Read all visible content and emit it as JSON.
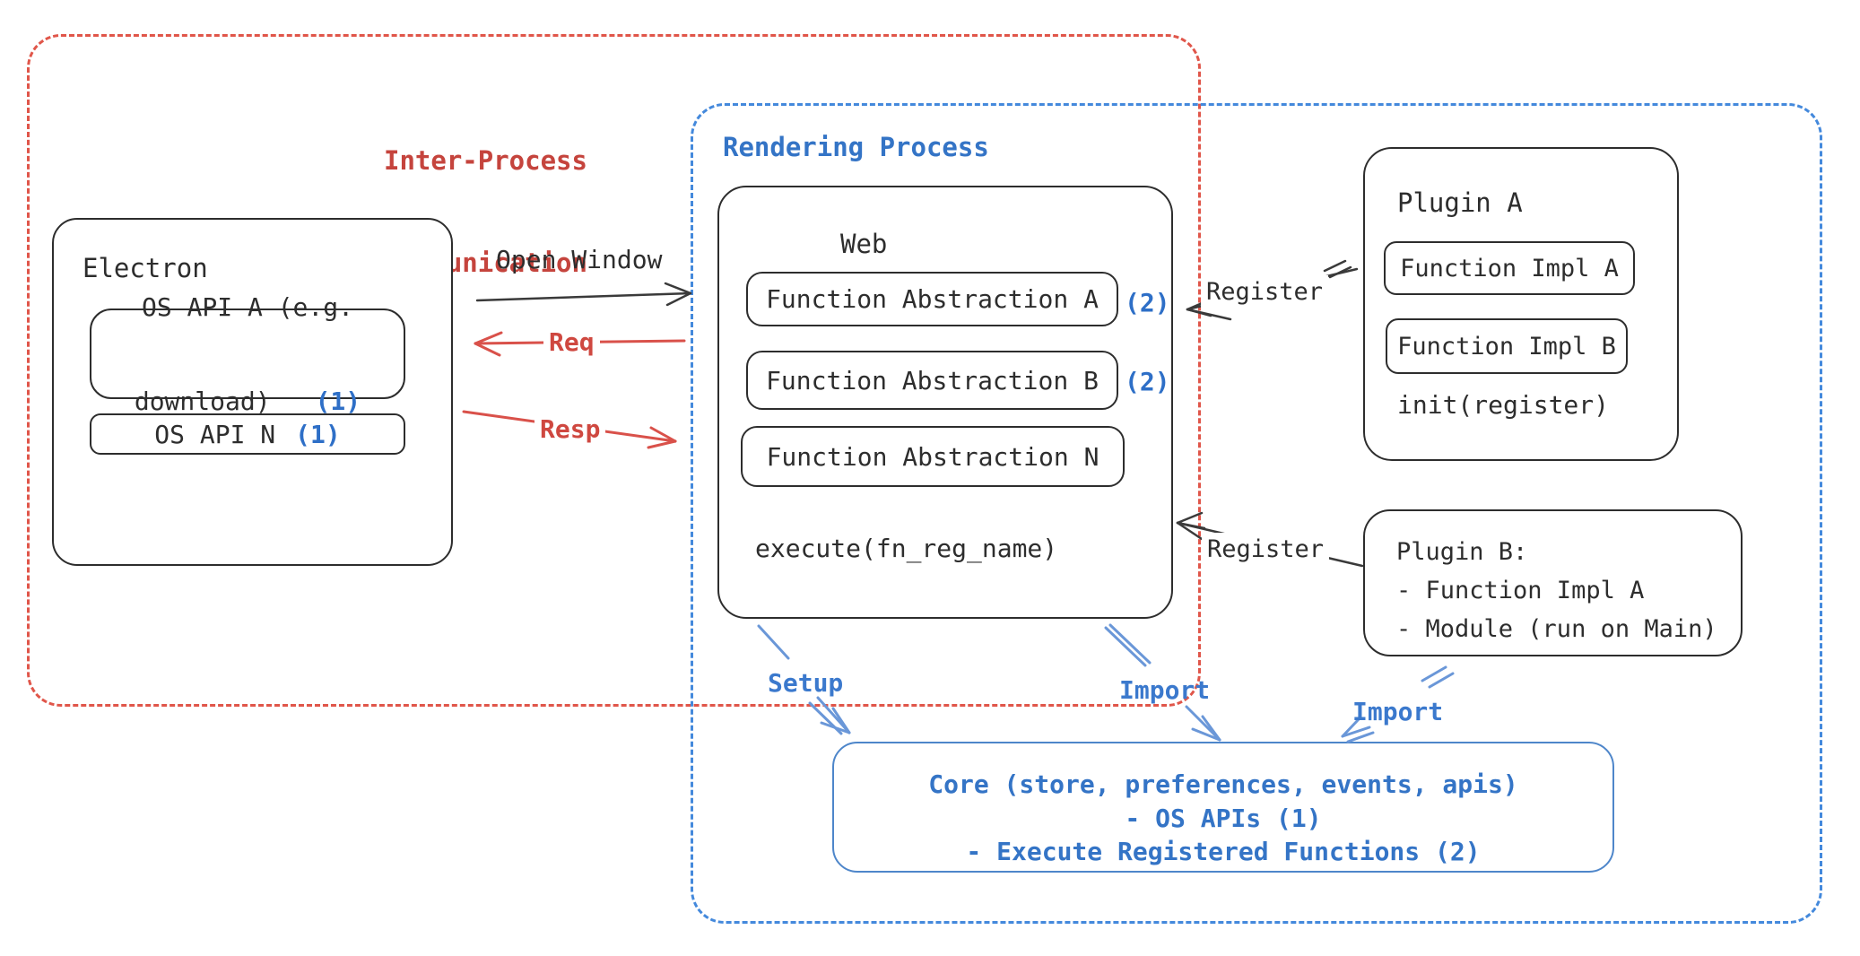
{
  "groups": {
    "ipc": {
      "label_line1": "Inter-Process",
      "label_line2": "Communication"
    },
    "rendering": {
      "label": "Rendering Process"
    }
  },
  "electron": {
    "title": "Electron",
    "api_a": {
      "line1": "OS API A (e.g.",
      "line2": "download)",
      "ref": "(1)"
    },
    "api_n": {
      "label": "OS API N",
      "ref": "(1)"
    }
  },
  "web": {
    "title": "Web",
    "fa_a": "Function Abstraction A",
    "fa_a_ref": "(2)",
    "fa_b": "Function Abstraction B",
    "fa_b_ref": "(2)",
    "fa_n": "Function Abstraction N",
    "execute": "execute(fn_reg_name)"
  },
  "plugin_a": {
    "title": "Plugin A",
    "impl_a": "Function Impl A",
    "impl_b": "Function Impl B",
    "init": "init(register)"
  },
  "plugin_b": {
    "title": "Plugin B:",
    "item1": "- Function Impl A",
    "item2": "- Module (run on Main)"
  },
  "core": {
    "line1": "Core (store, preferences, events, apis)",
    "line2": "- OS APIs (1)",
    "line3": "- Execute Registered Functions (2)"
  },
  "labels": {
    "open_window": "Open Window",
    "req": "Req",
    "resp": "Resp",
    "register_top": "Register",
    "register_bottom": "Register",
    "setup": "Setup",
    "import_mid": "Import",
    "import_right": "Import"
  },
  "colors": {
    "ink": "#2d2d2d",
    "red_text": "#c5443d",
    "red_dash": "#e0564a",
    "red_arrow": "#d9514a",
    "blue_text": "#3474c6",
    "blue_dash": "#4489dc",
    "blue_arrow": "#6a97d8",
    "blue_ref": "#2e6fc7",
    "core_border": "#4e86ca"
  }
}
